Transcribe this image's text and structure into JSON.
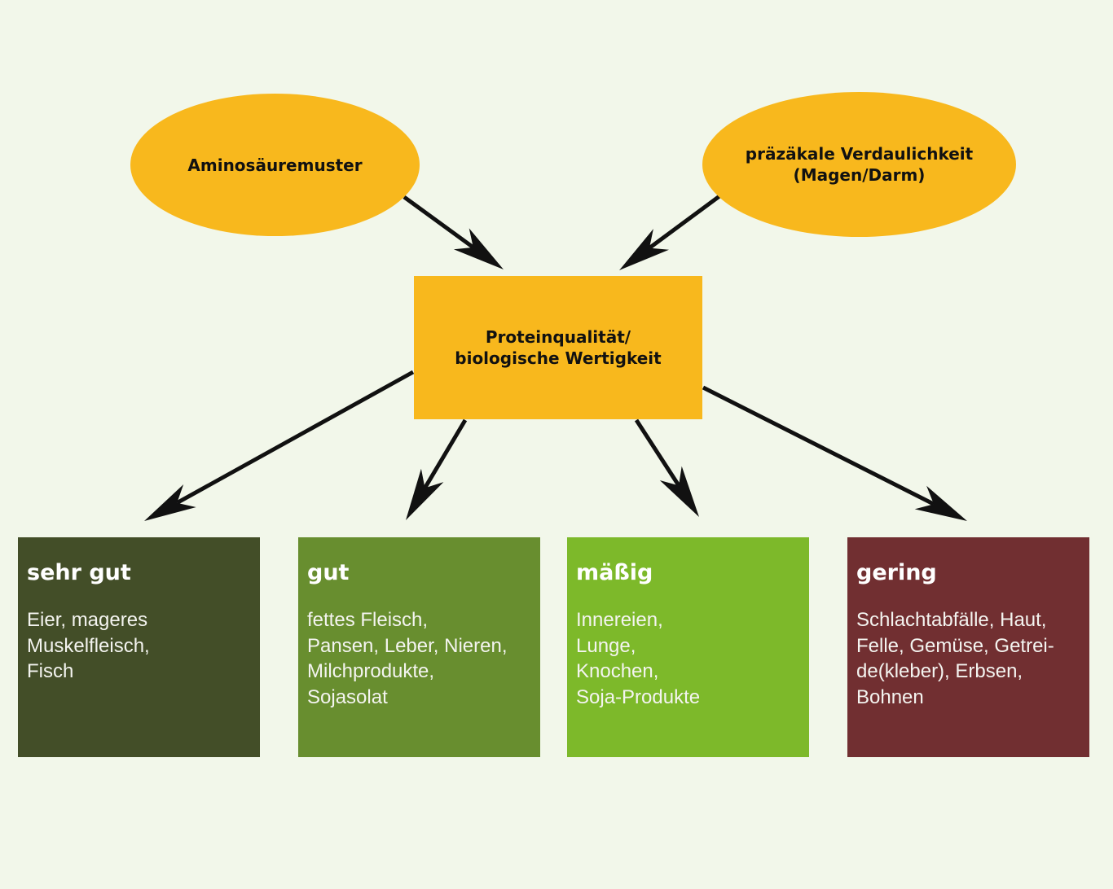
{
  "colors": {
    "background": "#f2f7ea",
    "orange": "#f8b81d",
    "sehr_gut": "#434e28",
    "gut": "#688e2f",
    "maessig": "#7db92a",
    "gering": "#712f31",
    "arrow": "#111111"
  },
  "factors": {
    "left": "Aminosäuremuster",
    "right": "präzäkale Verdaulichkeit\n(Magen/Darm)"
  },
  "center": "Proteinqualität/\nbiologische Wertigkeit",
  "categories": [
    {
      "title": "sehr gut",
      "items": "Eier, mageres\nMuskelfleisch,\nFisch"
    },
    {
      "title": "gut",
      "items": "fettes Fleisch,\nPansen, Leber, Nieren,\nMilchprodukte,\nSojasolat"
    },
    {
      "title": "mäßig",
      "items": "Innereien,\nLunge,\nKnochen,\nSoja-Produkte"
    },
    {
      "title": "gering",
      "items": "Schlachtabfälle, Haut,\nFelle, Gemüse, Getrei-\nde(kleber), Erbsen,\nBohnen"
    }
  ]
}
